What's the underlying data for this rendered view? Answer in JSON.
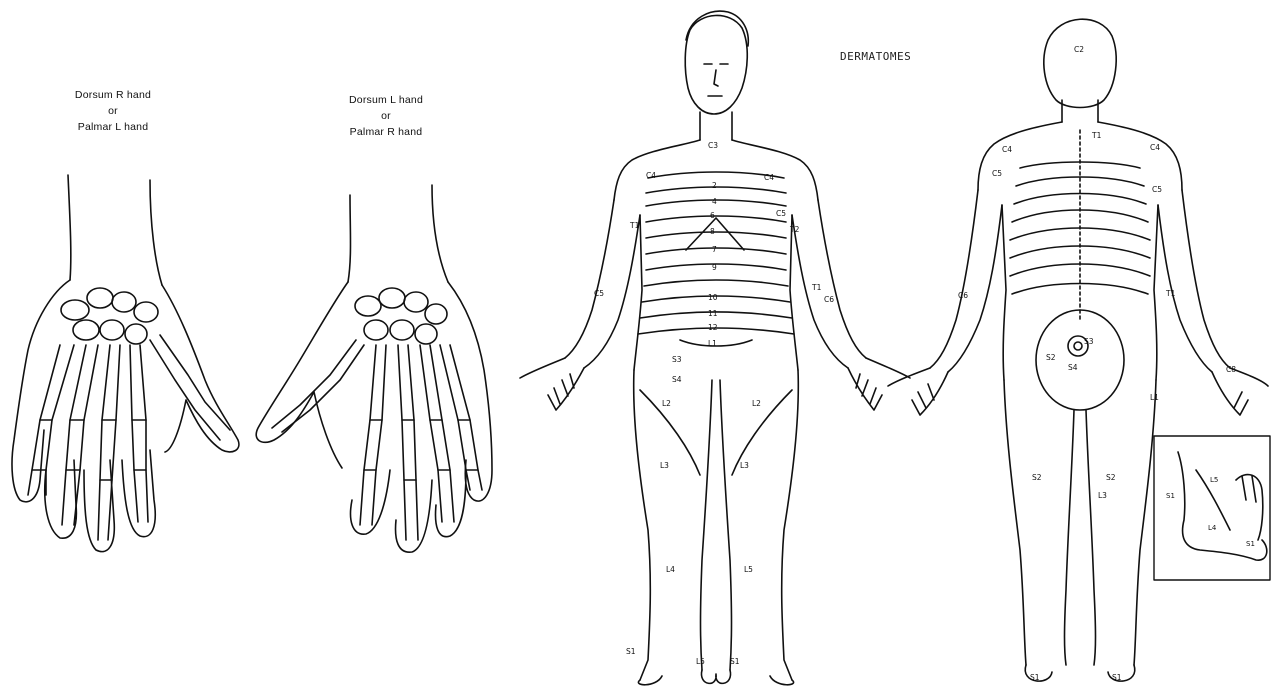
{
  "title": "DERMATOMES",
  "hand_right": {
    "lines": [
      "Dorsum R hand",
      "or",
      "Palmar L hand"
    ]
  },
  "hand_left": {
    "lines": [
      "Dorsum L hand",
      "or",
      "Palmar R hand"
    ]
  },
  "front_labels": {
    "c3": "C3",
    "c4a": "C4",
    "c4b": "C4",
    "c5": "C5",
    "t1a": "T1",
    "t1b": "T1",
    "t2": "T2",
    "c6": "C6",
    "n2": "2",
    "n4": "4",
    "n6": "6",
    "n8": "8",
    "n7": "7",
    "n9": "9",
    "n10": "10",
    "n11": "11",
    "n12": "12",
    "l1": "L1",
    "s3": "S3",
    "s4": "S4",
    "l2a": "L2",
    "l2b": "L2",
    "l3a": "L3",
    "l3b": "L3",
    "l4": "L4",
    "l5": "L5",
    "s1a": "S1",
    "s1b": "S1",
    "l5b": "L5"
  },
  "back_labels": {
    "c2": "C2",
    "c4a": "C4",
    "c4b": "C4",
    "c5a": "C5",
    "c5b": "C5",
    "t1a": "T1",
    "t1b": "T1",
    "c6": "C6",
    "c8": "C8",
    "s2a": "S2",
    "s2b": "S2",
    "s3": "S3",
    "s4": "S4",
    "l1": "L1",
    "l3": "L3",
    "s1a": "S1",
    "s1b": "S1",
    "s2c": "S2"
  },
  "foot_labels": {
    "l5": "L5",
    "s1": "S1",
    "l4": "L4",
    "s1b": "S1"
  }
}
